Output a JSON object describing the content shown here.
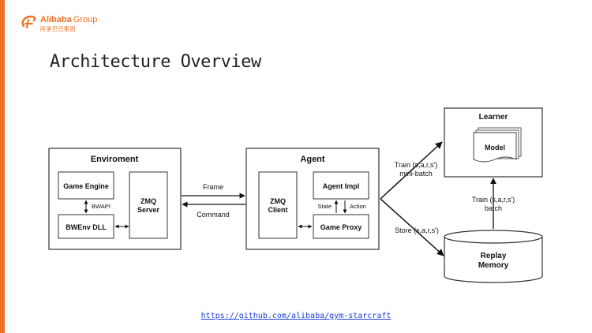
{
  "logo": {
    "brand": "Alibaba",
    "group": "Group",
    "chinese": "阿里巴巴集团"
  },
  "slide": {
    "title": "Architecture Overview"
  },
  "diagram": {
    "environment": {
      "title": "Enviroment",
      "game_engine": "Game Engine",
      "bwapi": "BWAPI",
      "bwenv_dll": "BWEnv DLL",
      "zmq_server_1": "ZMQ",
      "zmq_server_2": "Server"
    },
    "links": {
      "frame": "Frame",
      "command": "Command"
    },
    "agent": {
      "title": "Agent",
      "zmq_client_1": "ZMQ",
      "zmq_client_2": "Client",
      "agent_impl": "Agent Impl",
      "state": "State",
      "action": "Action",
      "game_proxy": "Game Proxy"
    },
    "train_minibatch_1": "Train (s,a,r,s')",
    "train_minibatch_2": "mini-batch",
    "store": "Store (s,a,r,s')",
    "learner": {
      "title": "Learner",
      "model": "Model"
    },
    "train_batch_1": "Train (s,a,r,s')",
    "train_batch_2": "batch",
    "replay": {
      "line1": "Replay",
      "line2": "Memory"
    }
  },
  "footer": {
    "link": "https://github.com/alibaba/gym-starcraft"
  }
}
